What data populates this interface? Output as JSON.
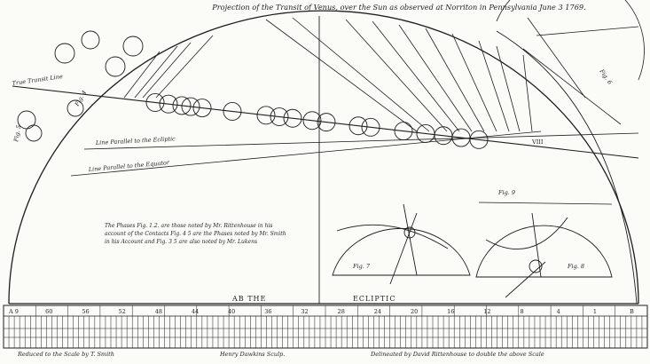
{
  "plate": {
    "title": "Projection of the Transit of Venus, over the Sun as observed at Norriton in Pennsylvania June 3 1769.",
    "labels": {
      "true_transit_line": "True Transit Line",
      "parallel_ecliptic": "Line Parallel to the Ecliptic",
      "parallel_equator": "Line Parallel to the Equator",
      "ab_the": "AB THE",
      "ecliptic": "ECLIPTIC",
      "viii": "VIII",
      "fig_4": "Fig. 4",
      "fig_5": "Fig. 5",
      "fig_6": "Fig. 6",
      "fig_7": "Fig. 7",
      "fig_8": "Fig. 8",
      "fig_9": "Fig. 9"
    },
    "note": [
      "The Phases Fig. 1.2. are those noted by Mr. Rittenhouse in his",
      "account of the Contacts Fig. 4 5 are the Phases noted by Mr. Smith",
      "in his Account and Fig. 3 5 are also noted by Mr. Lukens"
    ],
    "scale": {
      "numbers": [
        "A 9",
        "60",
        "56",
        "52",
        "48",
        "44",
        "40",
        "36",
        "32",
        "28",
        "24",
        "20",
        "16",
        "12",
        "8",
        "4",
        "1",
        "B"
      ]
    },
    "credits": {
      "reduced": "Reduced to the Scale by T. Smith",
      "engraver": "Henry Dawkins Sculp.",
      "delineated": "Delineated by David Rittenhouse to double the above Scale"
    }
  }
}
